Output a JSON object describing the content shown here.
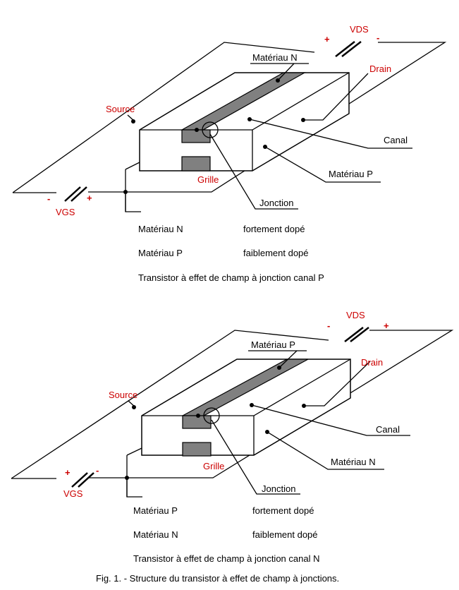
{
  "figure_caption": "Fig. 1. - Structure du transistor à effet de champ à jonctions.",
  "diagrams": [
    {
      "labels": {
        "vds": "VDS",
        "vds_left_sign": "+",
        "vds_right_sign": "-",
        "vgs": "VGS",
        "vgs_left_sign": "-",
        "vgs_right_sign": "+",
        "source": "Source",
        "drain": "Drain",
        "grille": "Grille",
        "materiau_top": "Matériau  N",
        "canal": "Canal",
        "materiau_side": "Matériau  P",
        "jonction": "Jonction"
      },
      "legend": [
        {
          "material": "Matériau  N",
          "doping": "fortement dopé"
        },
        {
          "material": "Matériau  P",
          "doping": "faiblement dopé"
        }
      ],
      "title": "Transistor à effet de champ à jonction canal P"
    },
    {
      "labels": {
        "vds": "VDS",
        "vds_left_sign": "-",
        "vds_right_sign": "+",
        "vgs": "VGS",
        "vgs_left_sign": "+",
        "vgs_right_sign": "-",
        "source": "Source",
        "drain": "Drain",
        "grille": "Grille",
        "materiau_top": "Matériau  P",
        "canal": "Canal",
        "materiau_side": "Matériau  N",
        "jonction": "Jonction"
      },
      "legend": [
        {
          "material": "Matériau  P",
          "doping": "fortement dopé"
        },
        {
          "material": "Matériau  N",
          "doping": "faiblement dopé"
        }
      ],
      "title": "Transistor à effet de champ à jonction canal N"
    }
  ]
}
